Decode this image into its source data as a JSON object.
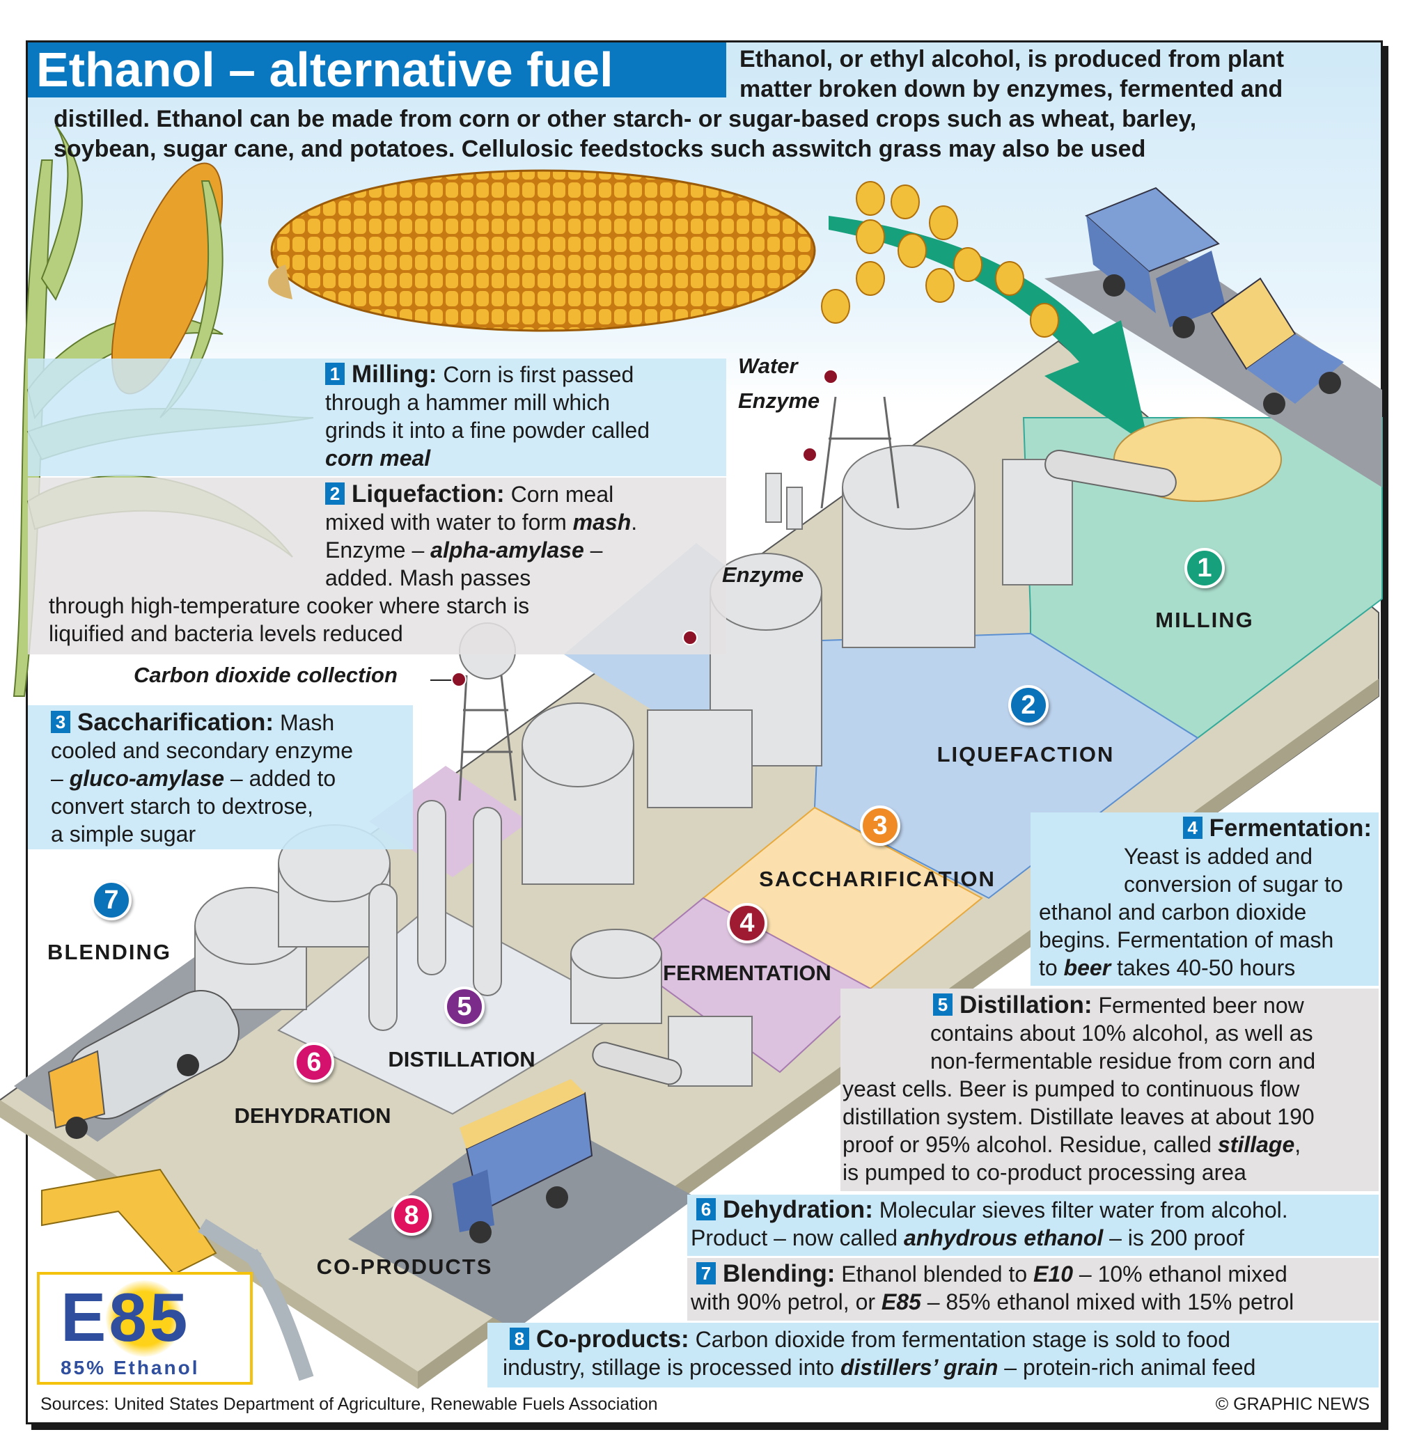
{
  "title": "Ethanol – alternative fuel",
  "intro": [
    "Ethanol, or ethyl alcohol, is produced from plant",
    "matter broken down by enzymes, fermented and",
    "distilled. Ethanol can be made from corn or other starch- or sugar-based crops such as wheat, barley,",
    "soybean, sugar cane, and potatoes. Cellulosic feedstocks such asswitch grass may also be used"
  ],
  "steps": [
    {
      "n": "1",
      "head": "Milling:",
      "lines": [
        "Corn is first passed",
        "through a hammer mill which",
        "grinds it into a fine powder called"
      ],
      "em": "corn meal"
    },
    {
      "n": "2",
      "head": "Liquefaction:",
      "l1": "Corn meal",
      "l2a": "mixed with water to form ",
      "l2em": "mash",
      "l2b": ".",
      "l3a": "Enzyme – ",
      "l3em": "alpha-amylase",
      "l3b": " –",
      "l4": "added. Mash passes",
      "l5": "through high-temperature cooker where starch is",
      "l6": "liquified and bacteria levels reduced"
    },
    {
      "n": "3",
      "head": "Saccharification:",
      "l1": "Mash",
      "l2": "cooled and secondary enzyme",
      "l3a": "– ",
      "l3em": "gluco-amylase",
      "l3b": " – added to",
      "l4": "convert starch to dextrose,",
      "l5": "a simple sugar"
    },
    {
      "n": "4",
      "head": "Fermentation:",
      "l1": "Yeast is added and",
      "l2": "conversion of sugar to",
      "l3": "ethanol and carbon dioxide",
      "l4": "begins. Fermentation of mash",
      "l5a": "to ",
      "l5em": "beer",
      "l5b": " takes 40-50 hours"
    },
    {
      "n": "5",
      "head": "Distillation:",
      "l1": "Fermented beer now",
      "l2": "contains about 10% alcohol, as well as",
      "l3": "non-fermentable residue from corn and",
      "l4": "yeast cells. Beer is pumped to continuous flow",
      "l5": "distillation system. Distillate leaves at about 190",
      "l6a": "proof or 95% alcohol. Residue, called ",
      "l6em": "stillage",
      "l6b": ",",
      "l7": "is pumped to co-product processing area"
    },
    {
      "n": "6",
      "head": "Dehydration:",
      "l1": "Molecular sieves filter water from alcohol.",
      "l2a": "Product – now called ",
      "l2em": "anhydrous ethanol",
      "l2b": " – is 200 proof"
    },
    {
      "n": "7",
      "head": "Blending:",
      "l1a": "Ethanol blended to ",
      "l1em": "E10",
      "l1b": " – 10% ethanol mixed",
      "l2a": "with 90% petrol, or ",
      "l2em": "E85",
      "l2b": " – 85% ethanol mixed with 15% petrol"
    },
    {
      "n": "8",
      "head": "Co-products:",
      "l1": "Carbon dioxide from fermentation stage is sold to food",
      "l2a": "industry, stillage is processed into ",
      "l2em": "distillers’ grain",
      "l2b": " – protein-rich animal feed"
    }
  ],
  "stages": [
    {
      "n": "1",
      "label": "MILLING",
      "color": "#16a07c"
    },
    {
      "n": "2",
      "label": "LIQUEFACTION",
      "color": "#0a72b8"
    },
    {
      "n": "3",
      "label": "SACCHARIFICATION",
      "color": "#f08a24"
    },
    {
      "n": "4",
      "label": "FERMENTATION",
      "color": "#9e1b32"
    },
    {
      "n": "5",
      "label": "DISTILLATION",
      "color": "#7b2b8a"
    },
    {
      "n": "6",
      "label": "DEHYDRATION",
      "color": "#d5116e"
    },
    {
      "n": "7",
      "label": "BLENDING",
      "color": "#0a72b8"
    },
    {
      "n": "8",
      "label": "CO-PRODUCTS",
      "color": "#e0115f"
    }
  ],
  "callouts": {
    "water": "Water",
    "enzyme1": "Enzyme",
    "enzyme2": "Enzyme",
    "co2": "Carbon dioxide collection"
  },
  "logo": {
    "text": "E85",
    "sub": "85% Ethanol"
  },
  "sources": "Sources: United States Department of Agriculture, Renewable Fuels Association",
  "credit": "© GRAPHIC NEWS"
}
